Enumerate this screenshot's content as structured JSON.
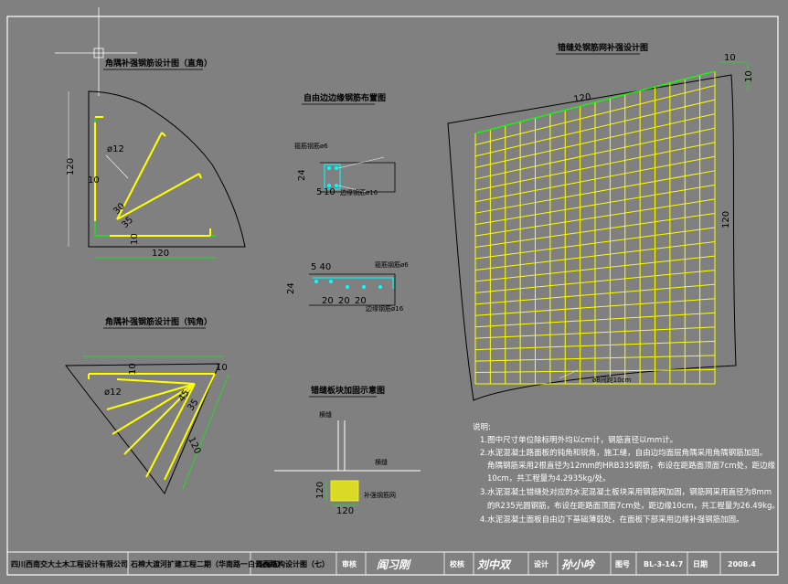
{
  "drawing": {
    "corner_acute_title": "角隅补强钢筋设计图（直角）",
    "corner_obtuse_title": "角隅补强钢筋设计图（钝角）",
    "edge_rebar_title": "自由边边缘钢筋布置图",
    "seam_mesh_title": "错缝处钢筋网补强设计图",
    "joint_block_title": "错缝板块加固示意图"
  },
  "acute": {
    "dim_120_side": "120",
    "dim_120_bottom": "120",
    "phi": "ø12",
    "d10a": "10",
    "d30": "30",
    "d35": "35",
    "d10b": "10"
  },
  "obtuse": {
    "d10": "10",
    "phi": "ø12",
    "d10b": "10",
    "d45": "45",
    "d35": "35",
    "d120": "120"
  },
  "edge": {
    "top": {
      "label_a": "箍筋钢筋ø6",
      "label_b": "边缘钢筋ø16",
      "dims": [
        "24",
        "5",
        "10"
      ]
    },
    "bottom": {
      "label_a": "箍筋钢筋ø6",
      "label_b": "边缘钢筋ø16",
      "dim_top": "5  40",
      "dims": [
        "24",
        "20",
        "20",
        "20"
      ]
    }
  },
  "mesh": {
    "d10_top": "10",
    "d10_side": "10",
    "d120_top": "120",
    "d120_side": "120",
    "label": "ø8间距10cm"
  },
  "joint": {
    "label_a": "横缝",
    "label_b": "横缝",
    "label_c": "补强钢筋网",
    "d120_v": "120",
    "d120_h": "120"
  },
  "notes": {
    "heading": "说明:",
    "lines": [
      "1.图中尺寸单位除标明外均以cm计，钢筋直径以mm计。",
      "2.水泥混凝土路面板的钝角和锐角，施工缝，自由边均面层角隅采用角隅钢筋加固。",
      "角隅钢筋采用2根直径为12mm的HRB335钢筋，布设在距路面顶面7cm处，距边缘",
      "10cm，共工程量为4.2935kg/处。",
      "3.水泥混凝土错缝处对应的水泥混凝土板块采用钢筋网加固，钢筋网采用直径为8mm",
      "的R235光圆钢筋，布设在距路面顶面7cm处，距边缘10cm，共工程量为26.49kg。",
      "4.水泥混凝土面板自由边下基础薄弱处，在面板下部采用边缘补强钢筋加固。"
    ]
  },
  "titleblock": {
    "company": "四川西南交大土木工程设计有限公司",
    "project": "石棉大渡河扩建工程二期（华南路一白云西路）",
    "drawing_name": "路面结构设计图（七）",
    "review_label": "审核",
    "review_sig": "阎习刚",
    "check_label": "校核",
    "check_sig": "刘中双",
    "design_label": "设计",
    "design_sig": "孙小吟",
    "figno_label": "图号",
    "figno": "BL-3-14.7",
    "date_label": "日期",
    "date": "2008.4"
  }
}
